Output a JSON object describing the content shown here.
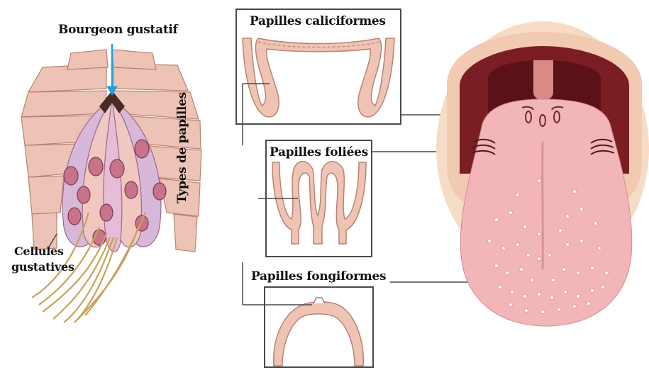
{
  "labels": {
    "taste_bud": "Bourgeon gustatif",
    "gustatory_cells_line1": "Cellules",
    "gustatory_cells_line2": "gustatives",
    "papilla_types": "Types de papilles",
    "circumvallate": "Papilles caliciformes",
    "foliate": "Papilles foliées",
    "fungiform": "Papilles fongiformes"
  },
  "colors": {
    "arrow": "#1ba3e0",
    "epithelium": "#ecc3b4",
    "tongue": "#f2b5b8",
    "mouth_dark": "#7a1e24",
    "lip": "#f5d3c0",
    "nerve": "#c9a25a",
    "line": "#4a4a4a"
  }
}
